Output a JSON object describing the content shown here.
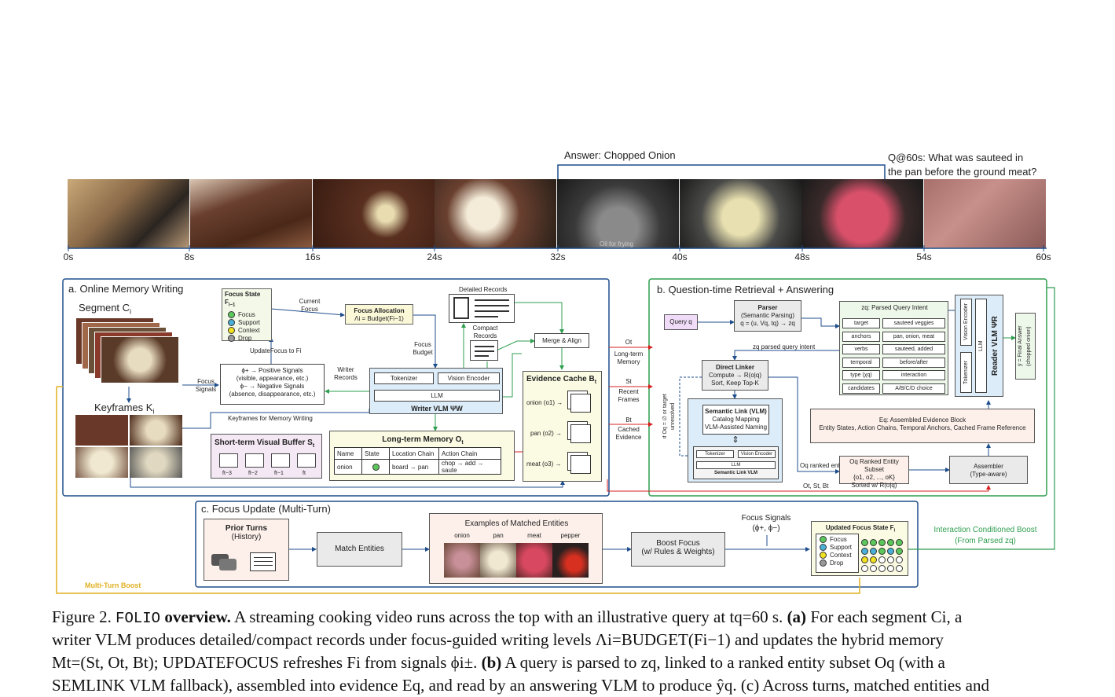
{
  "timeline": {
    "answer": "Answer: Chopped Onion",
    "question_line1": "Q@60s: What was sauteed in",
    "question_line2": "the pan before the ground meat?",
    "ticks": [
      "0s",
      "8s",
      "16s",
      "24s",
      "32s",
      "40s",
      "48s",
      "54s",
      "60s"
    ],
    "frame_watermark": "Oil for frying"
  },
  "panel_a": {
    "title": "a. Online Memory Writing",
    "segment": "Segment C",
    "segment_sub": "i",
    "keyframes": "Keyframes K",
    "keyframes_sub": "i",
    "focus_state_title": "Focus State F",
    "focus_state_sub": "i−1",
    "focus_levels": [
      "Focus",
      "Support",
      "Context",
      "Drop"
    ],
    "current_focus": "Current Focus",
    "focus_allocation_title": "Focus Allocation",
    "focus_allocation_formula": "Λi = Budget(Fi−1)",
    "detailed_records": "Detailed Records",
    "compact_records": "Compact Records",
    "merge_align": "Merge & Align",
    "focus_budget": "Focus Budget",
    "update_focus": "UpdateFocus to Fi",
    "focus_signals": "Focus Signals",
    "signals_line1": "ϕ+ → Positive Signals",
    "signals_line2": "(visible, appearance, etc.)",
    "signals_line3": "ϕ− → Negative Signals",
    "signals_line4": "(absence, disappearance, etc.)",
    "writer_records": "Writer Records",
    "tokenizer": "Tokenizer",
    "vision_encoder": "Vision Encoder",
    "llm": "LLM",
    "writer_vlm": "Writer VLM ΨW",
    "keyframes_for_memory": "Keyframes for Memory Writing",
    "evidence_cache": "Evidence Cache B",
    "evidence_cache_sub": "t",
    "cache_items": [
      "onion (o1) →",
      "pan (o2) →",
      "meat (o3) →"
    ],
    "stvb_title": "Short-term Visual Buffer S",
    "stvb_sub": "t",
    "stvb_labels": [
      "ft−3",
      "ft−2",
      "ft−1",
      "ft"
    ],
    "ltm_title": "Long-term Memory O",
    "ltm_sub": "t",
    "ltm_headers": [
      "Name",
      "State",
      "Location Chain",
      "Action Chain"
    ],
    "ltm_row": [
      "onion",
      "",
      "board → pan",
      "chop → add → saute"
    ]
  },
  "middle": {
    "ot_label": "Ot",
    "ot_desc": "Long-term Memory",
    "st_label": "St",
    "st_desc": "Recent Frames",
    "bt_label": "Bt",
    "bt_desc": "Cached Evidence"
  },
  "panel_b": {
    "title": "b. Question-time Retrieval + Answering",
    "query": "Query q",
    "parser_title": "Parser",
    "parser_sub": "(Semantic Parsing)",
    "parser_formula": "q = (u, Vq, tq) → zq",
    "parsed_intent_title": "zq: Parsed Query Intent",
    "intent_rows": [
      [
        "target",
        "sauteed veggies"
      ],
      [
        "anchors",
        "pan, onion, meat"
      ],
      [
        "verbs",
        "sauteed, added"
      ],
      [
        "temporal",
        "before/after"
      ],
      [
        "type (χq)",
        "interaction"
      ],
      [
        "candidates",
        "A/B/C/D choice"
      ]
    ],
    "zq_parsed": "zq parsed query intent",
    "direct_linker_title": "Direct Linker",
    "direct_linker_l1": "Compute → R(o|q)",
    "direct_linker_l2": "Sort, Keep Top-K",
    "fallback": "if Oq = ∅ or target unresolved",
    "semlink_title": "Semantic Link (VLM)",
    "semlink_l1": "Catalog Mapping",
    "semlink_l2": "VLM-Assisted Naming",
    "semlink_tok": "Tokenizer",
    "semlink_ve": "Vision Encoder",
    "semlink_llm": "LLM",
    "semlink_name": "Semantic Link VLM",
    "vision_encoder": "Vision Encoder",
    "tokenizer": "Tokenizer",
    "llm": "LLM",
    "reader_vlm": "Reader VLM ΨR",
    "final_answer": "ŷ = Final Answer",
    "final_answer_sub": "(chopped onion)",
    "evidence_block_title": "Eq: Assembled Evidence Block",
    "evidence_block_desc": "Entity States, Action Chains, Temporal Anchors, Cached Frame Reference",
    "oq_ranked": "Oq ranked entity",
    "ranked_title": "Oq Ranked Entity Subset",
    "ranked_l1": "{o1, o2, ..., oK}",
    "ranked_l2": "Sorted w/ R(o|q)",
    "assembler_title": "Assembler",
    "assembler_sub": "(Type-aware)",
    "bottom_inputs": "Ot, St, Bt"
  },
  "panel_c": {
    "title": "c. Focus Update (Multi-Turn)",
    "prior_turns": "Prior Turns",
    "prior_turns_sub": "(History)",
    "match_entities": "Match Entities",
    "examples_title": "Examples of Matched Entities",
    "example_labels": [
      "onion",
      "pan",
      "meat",
      "pepper"
    ],
    "boost_focus": "Boost Focus",
    "boost_focus_sub": "(w/ Rules & Weights)",
    "focus_signals": "Focus Signals",
    "focus_signals_formula": "(ϕ+, ϕ−)",
    "updated_focus_title": "Updated Focus State F",
    "updated_focus_sub": "i",
    "levels": [
      "Focus",
      "Support",
      "Context",
      "Drop"
    ],
    "interaction_boost": "Interaction Conditioned Boost",
    "interaction_boost_sub": "(From Parsed zq)",
    "multi_turn_boost": "Multi-Turn Boost"
  },
  "caption": {
    "line1_a": "Figure 2. ",
    "line1_b": "FOLIO",
    "line1_c": " overview.",
    "line1_d": " A streaming cooking video runs across the top with an illustrative query at tq=60 s. ",
    "line1_e": "(a)",
    "line1_f": " For each segment Ci, a",
    "line2": "writer VLM produces detailed/compact records under focus-guided writing levels Λi=BUDGET(Fi−1) and updates the hybrid memory",
    "line3_a": "Mt=(St, Ot, Bt); UPDATEFOCUS refreshes Fi from signals ϕi±. ",
    "line3_b": "(b)",
    "line3_c": " A query is parsed to zq, linked to a ranked entity subset Oq (with a",
    "line4": "SEMLINK VLM fallback), assembled into evidence Eq, and read by an answering VLM to produce ŷq. (c) Across turns, matched entities and"
  },
  "colors": {
    "panel_blue": "#1f4e8c",
    "panel_green": "#2e9e4f",
    "red": "#d62020",
    "yellow": "#e0b020",
    "focus_green": "#5cc85c",
    "support_cyan": "#4ab0d8",
    "context_yellow": "#f0e020",
    "drop_gray": "#999999"
  }
}
